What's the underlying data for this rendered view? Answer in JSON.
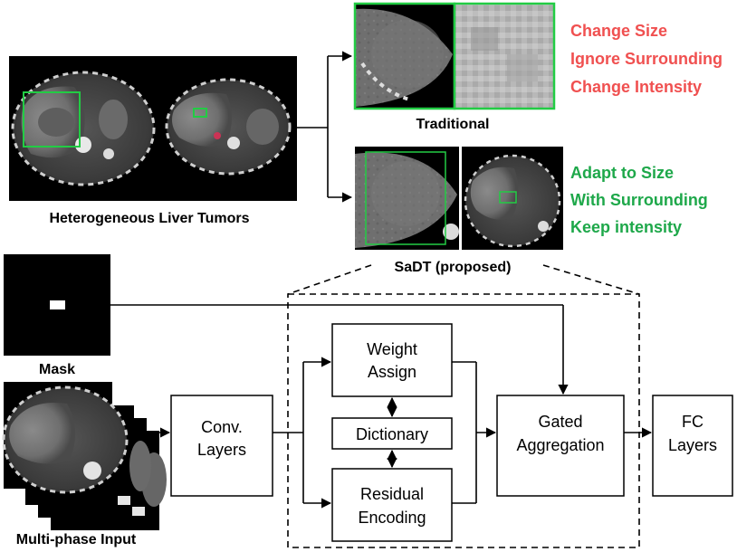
{
  "images": {
    "heterogeneous_caption": "Heterogeneous Liver Tumors",
    "mask_caption": "Mask",
    "input_caption": "Multi-phase Input"
  },
  "traditional": {
    "caption": "Traditional",
    "issues": [
      "Change Size",
      "Ignore Surrounding",
      "Change Intensity"
    ],
    "issue_color": "#f05050"
  },
  "sadt": {
    "caption": "SaDT (proposed)",
    "benefits": [
      "Adapt to Size",
      "With Surrounding",
      "Keep intensity"
    ],
    "benefit_color": "#1ea84a"
  },
  "pipeline": {
    "conv_layers": [
      "Conv.",
      "Layers"
    ],
    "weight_assign": [
      "Weight",
      "Assign"
    ],
    "dictionary": "Dictionary",
    "residual_encoding": [
      "Residual",
      "Encoding"
    ],
    "gated_aggregation": [
      "Gated",
      "Aggregation"
    ],
    "fc_layers": [
      "FC",
      "Layers"
    ]
  },
  "colors": {
    "box_highlight": "#22cc44"
  }
}
